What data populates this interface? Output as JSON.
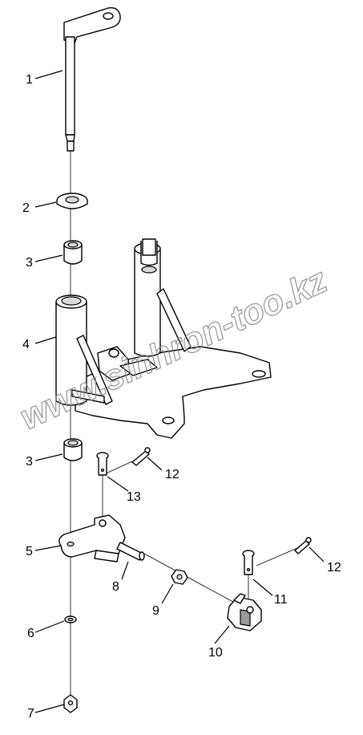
{
  "watermark": "www.sinhron-too.kz",
  "parts": [
    {
      "id": "part-1",
      "number": "1"
    },
    {
      "id": "part-2",
      "number": "2"
    },
    {
      "id": "part-3a",
      "number": "3"
    },
    {
      "id": "part-4",
      "number": "4"
    },
    {
      "id": "part-3b",
      "number": "3"
    },
    {
      "id": "part-5",
      "number": "5"
    },
    {
      "id": "part-6",
      "number": "6"
    },
    {
      "id": "part-7",
      "number": "7"
    },
    {
      "id": "part-8",
      "number": "8"
    },
    {
      "id": "part-9",
      "number": "9"
    },
    {
      "id": "part-10",
      "number": "10"
    },
    {
      "id": "part-11",
      "number": "11"
    },
    {
      "id": "part-12a",
      "number": "12"
    },
    {
      "id": "part-12b",
      "number": "12"
    },
    {
      "id": "part-13",
      "number": "13"
    }
  ]
}
